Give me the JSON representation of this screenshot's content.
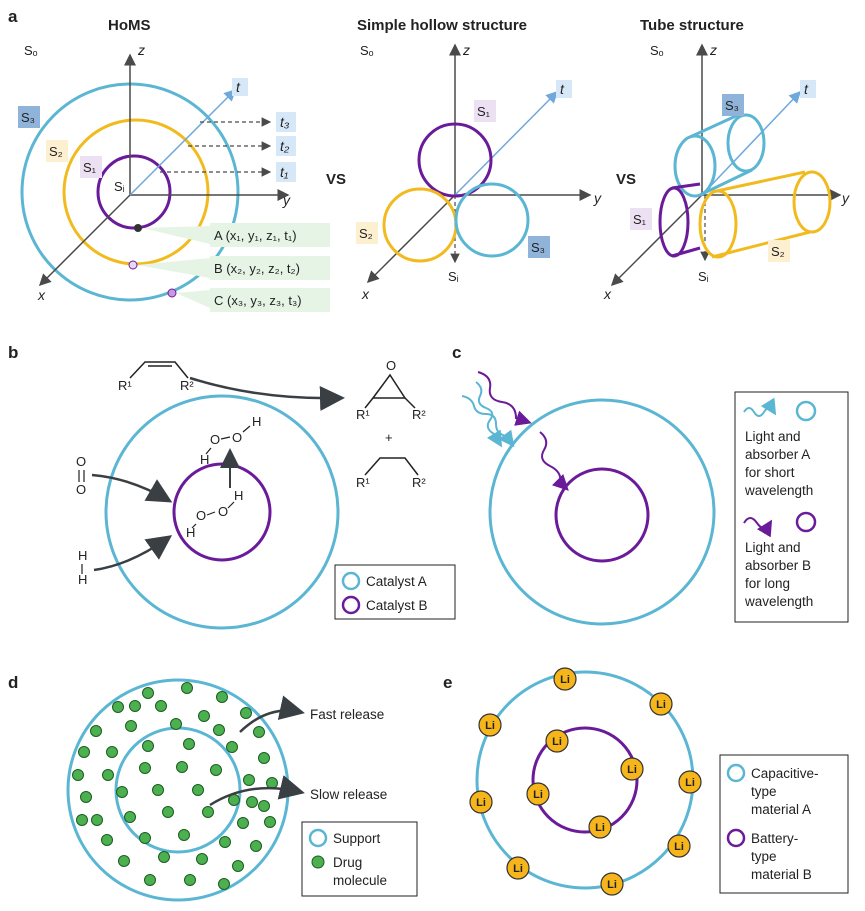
{
  "colors": {
    "blue": "#5bb6d3",
    "gold": "#f1bb1f",
    "purple": "#6a1b9a",
    "axis": "#4a4a4a",
    "t_axis": "#6fa8dc",
    "drug": "#4caf50",
    "li": "#f5b51b"
  },
  "panel_a": {
    "letter": "a",
    "homs": {
      "title": "HoMS",
      "so": "Sₒ",
      "s3": "S₃",
      "s2": "S₂",
      "s1": "S₁",
      "si": "Sᵢ",
      "z": "z",
      "y": "y",
      "x": "x",
      "t": "t",
      "t3": "t₃",
      "t2": "t₂",
      "t1": "t₁",
      "point_a": "A (x₁, y₁, z₁, t₁)",
      "point_b": "B (x₂, y₂, z₂, t₂)",
      "point_c": "C (x₃, y₃, z₃, t₃)"
    },
    "vs1": "VS",
    "simple": {
      "title": "Simple hollow structure",
      "so": "Sₒ",
      "s1": "S₁",
      "s2": "S₂",
      "s3": "S₃",
      "si": "Sᵢ",
      "z": "z",
      "y": "y",
      "x": "x",
      "t": "t"
    },
    "vs2": "VS",
    "tube": {
      "title": "Tube structure",
      "so": "Sₒ",
      "s1": "S₁",
      "s2": "S₂",
      "s3": "S₃",
      "si": "Sᵢ",
      "z": "z",
      "y": "y",
      "x": "x",
      "t": "t"
    }
  },
  "panel_b": {
    "letter": "b",
    "r1": "R¹",
    "r2": "R²",
    "o": "O",
    "h": "H",
    "plus": "+",
    "legend_a": "Catalyst A",
    "legend_b": "Catalyst B"
  },
  "panel_c": {
    "letter": "c",
    "legend_a": [
      "Light and",
      "absorber A",
      "for short",
      "wavelength"
    ],
    "legend_b": [
      "Light and",
      "absorber B",
      "for long",
      "wavelength"
    ]
  },
  "panel_d": {
    "letter": "d",
    "fast": "Fast release",
    "slow": "Slow release",
    "legend_support": "Support",
    "legend_drug": [
      "Drug",
      "molecule"
    ]
  },
  "panel_e": {
    "letter": "e",
    "li": "Li",
    "legend_a": [
      "Capacitive-",
      "type",
      "material A"
    ],
    "legend_b": [
      "Battery-",
      "type",
      "material B"
    ]
  }
}
